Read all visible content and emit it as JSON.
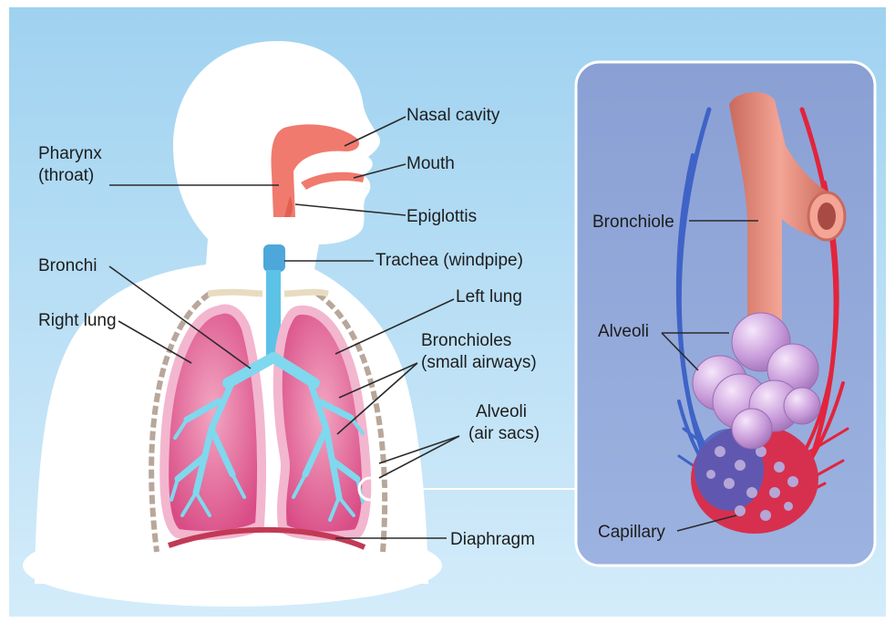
{
  "colors": {
    "background_top": "#9fd2f0",
    "background_bottom": "#d4ecfa",
    "inset_panel": "#8ca3d6",
    "lung_fill": "#e05c92",
    "lung_outline": "#f3b6cf",
    "airway": "#7fd8ee",
    "trachea": "#5cc3e6",
    "nasal_passage": "#f07a6e",
    "vein": "#3f63c6",
    "artery": "#e2243c",
    "alveoli": "#c89ad8",
    "bronchiole_tube": "#e99284",
    "rib": "#b8a79a"
  },
  "labels": {
    "nasal_cavity": "Nasal cavity",
    "pharynx_line1": "Pharynx",
    "pharynx_line2": "(throat)",
    "mouth": "Mouth",
    "epiglottis": "Epiglottis",
    "trachea": "Trachea (windpipe)",
    "bronchi": "Bronchi",
    "left_lung": "Left lung",
    "right_lung": "Right lung",
    "bronchioles_line1": "Bronchioles",
    "bronchioles_line2": "(small airways)",
    "alveoli_sacs_line1": "Alveoli",
    "alveoli_sacs_line2": "(air sacs)",
    "diaphragm": "Diaphragm"
  },
  "inset": {
    "bronchiole": "Bronchiole",
    "alveoli": "Alveoli",
    "capillary": "Capillary"
  },
  "icons": [
    "human-silhouette",
    "lung-icon",
    "alveoli-cluster-icon",
    "capillary-network-icon"
  ]
}
